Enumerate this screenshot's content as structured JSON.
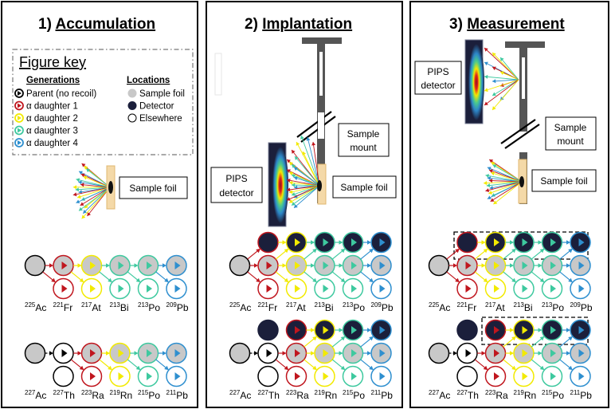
{
  "panels": [
    {
      "number": "1)",
      "title": "Accumulation"
    },
    {
      "number": "2)",
      "title": "Implantation"
    },
    {
      "number": "3)",
      "title": "Measurement"
    }
  ],
  "figure_key": {
    "title": "Figure key",
    "generations_header": "Generations",
    "locations_header": "Locations",
    "generations": [
      {
        "label": "Parent (no recoil)",
        "color": "#000000"
      },
      {
        "label": "α daughter 1",
        "color": "#c0161e"
      },
      {
        "label": "α daughter 2",
        "color": "#f2ea00"
      },
      {
        "label": "α daughter 3",
        "color": "#3ec99f"
      },
      {
        "label": "α daughter 4",
        "color": "#2e8fcf"
      }
    ],
    "locations": [
      {
        "label": "Sample foil",
        "fill": "#c8c8c8"
      },
      {
        "label": "Detector",
        "fill": "#1b1f3b"
      },
      {
        "label": "Elsewhere",
        "fill": "#ffffff"
      }
    ]
  },
  "labels": {
    "sample_foil": "Sample foil",
    "pips_line1": "PIPS",
    "pips_line2": "detector",
    "sample_mount_line1": "Sample",
    "sample_mount_line2": "mount"
  },
  "chains": {
    "ac225": [
      {
        "mass": "225",
        "el": "Ac"
      },
      {
        "mass": "221",
        "el": "Fr"
      },
      {
        "mass": "217",
        "el": "At"
      },
      {
        "mass": "213",
        "el": "Bi"
      },
      {
        "mass": "213",
        "el": "Po"
      },
      {
        "mass": "209",
        "el": "Pb"
      }
    ],
    "ac227": [
      {
        "mass": "227",
        "el": "Ac"
      },
      {
        "mass": "227",
        "el": "Th"
      },
      {
        "mass": "223",
        "el": "Ra"
      },
      {
        "mass": "219",
        "el": "Rn"
      },
      {
        "mass": "215",
        "el": "Po"
      },
      {
        "mass": "211",
        "el": "Pb"
      }
    ]
  },
  "colors": {
    "parent": "#000000",
    "d1": "#c0161e",
    "d2": "#f2ea00",
    "d3": "#3ec99f",
    "d4": "#2e8fcf",
    "foil": "#c8c8c8",
    "detector": "#1b1f3b",
    "elsewhere": "#ffffff"
  }
}
